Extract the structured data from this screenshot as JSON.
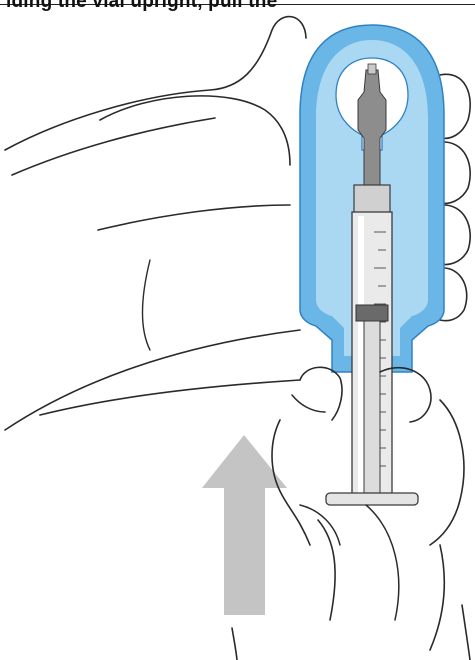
{
  "header": {
    "cropped_text": "lding the vial upright, pull the"
  },
  "colors": {
    "background": "#ffffff",
    "line": "#2a2a2a",
    "adapter_blue": "#6ab6e6",
    "adapter_blue_light": "#aad8f3",
    "adapter_blue_dark": "#2f82c2",
    "vial_gray": "#8d8d8d",
    "syringe_body": "#eaeaea",
    "arrow_gray": "#c4c4c4"
  },
  "figure": {
    "subject": "hand-holding-vial-with-syringe",
    "arrow_direction": "up"
  }
}
